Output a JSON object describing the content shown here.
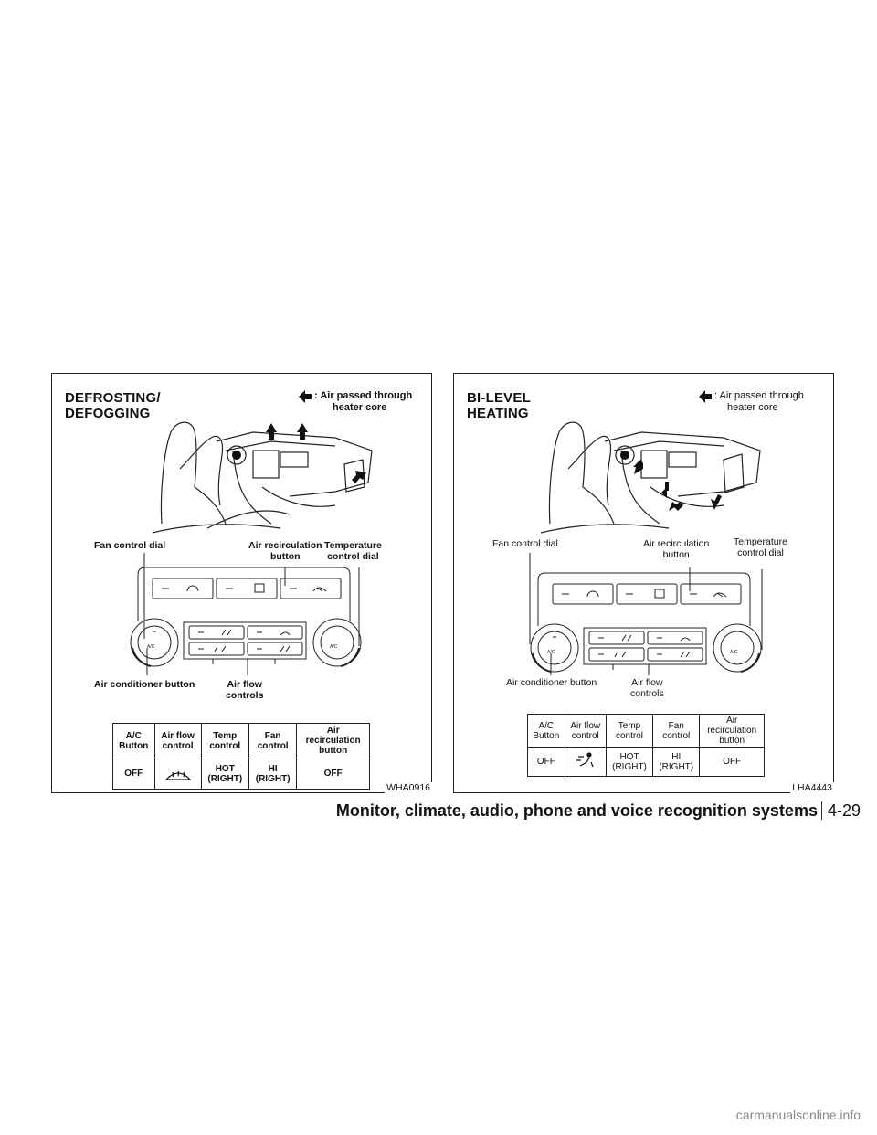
{
  "left_panel": {
    "title": [
      "DEFROSTING/",
      "DEFOGGING"
    ],
    "legend": [
      "Air passed through",
      "heater core"
    ],
    "legend_prefix": ":",
    "labels": {
      "fan_dial": "Fan control dial",
      "recirc": [
        "Air recirculation",
        "button"
      ],
      "temp": [
        "Temperature",
        "control dial"
      ],
      "ac_button": "Air conditioner button",
      "airflow": [
        "Air flow",
        "controls"
      ]
    },
    "table": {
      "headers": [
        [
          "A/C",
          "Button"
        ],
        [
          "Air flow",
          "control"
        ],
        [
          "Temp",
          "control"
        ],
        [
          "Fan",
          "control"
        ],
        [
          "Air",
          "recirculation",
          "button"
        ]
      ],
      "row": [
        "OFF",
        "defrost-icon",
        [
          "HOT",
          "(RIGHT)"
        ],
        [
          "HI",
          "(RIGHT)"
        ],
        "OFF"
      ]
    },
    "code": "WHA0916",
    "dial_text": "A/C"
  },
  "right_panel": {
    "title": [
      "BI-LEVEL",
      "HEATING"
    ],
    "legend": [
      "Air passed through",
      "heater core"
    ],
    "legend_prefix": ":",
    "labels": {
      "fan_dial": "Fan control dial",
      "recirc": [
        "Air recirculation",
        "button"
      ],
      "temp": [
        "Temperature",
        "control dial"
      ],
      "ac_button": "Air conditioner button",
      "airflow": [
        "Air flow",
        "controls"
      ]
    },
    "table": {
      "headers": [
        [
          "A/C",
          "Button"
        ],
        [
          "Air flow",
          "control"
        ],
        [
          "Temp",
          "control"
        ],
        [
          "Fan",
          "control"
        ],
        [
          "Air",
          "recirculation",
          "button"
        ]
      ],
      "row": [
        "OFF",
        "bilevel-icon",
        [
          "HOT",
          "(RIGHT)"
        ],
        [
          "HI",
          "(RIGHT)"
        ],
        "OFF"
      ]
    },
    "code": "LHA4443",
    "dial_text": "A/C"
  },
  "footer": {
    "section": "Monitor, climate, audio, phone and voice recognition systems",
    "page": "4-29"
  },
  "watermark": "carmanualsonline.info"
}
